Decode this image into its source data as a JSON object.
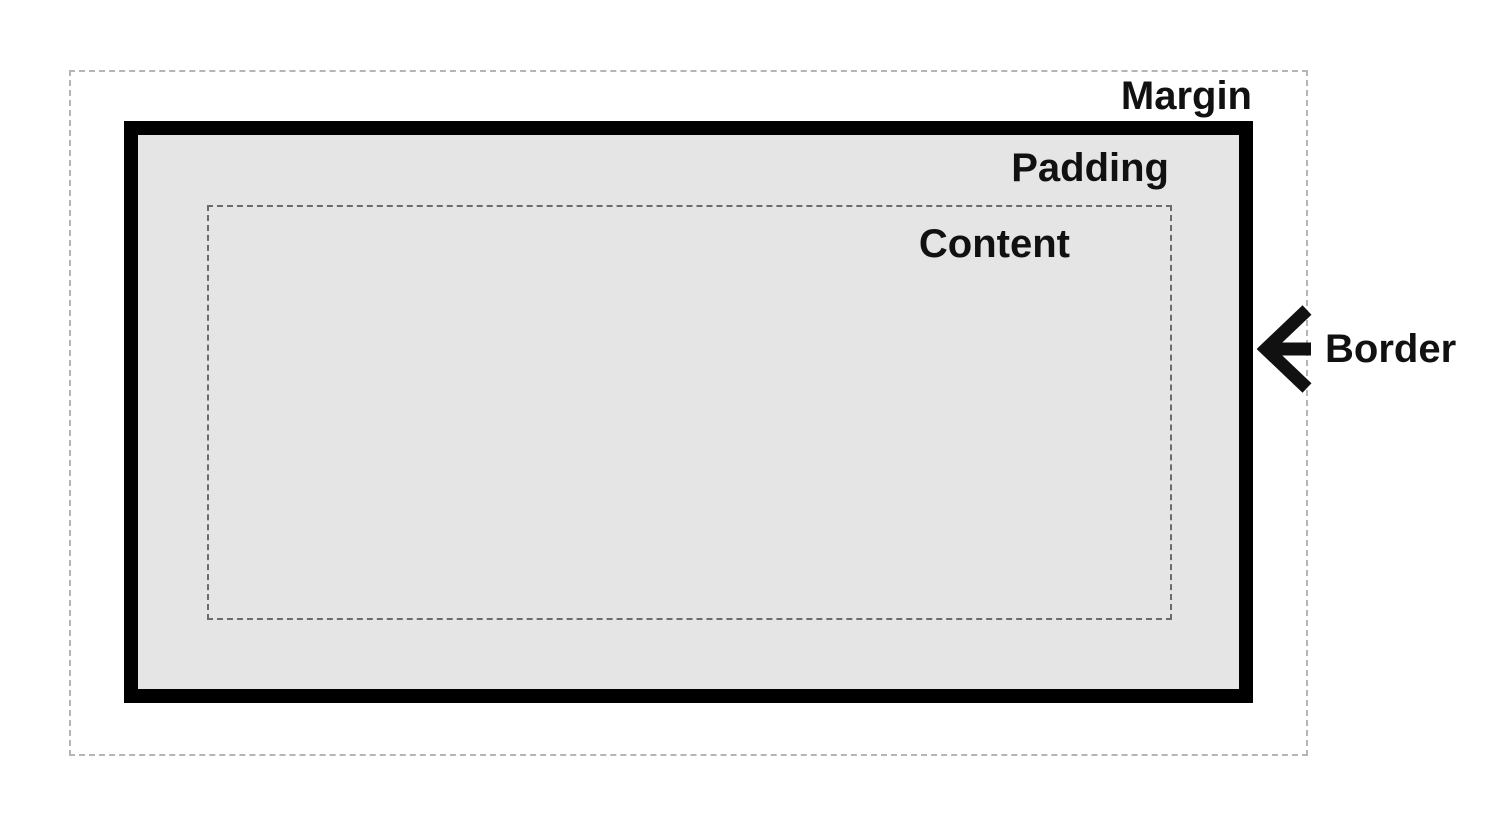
{
  "labels": {
    "margin": "Margin",
    "padding": "Padding",
    "content": "Content",
    "border": "Border"
  },
  "icons": {
    "border_arrow": "left-arrow-icon"
  },
  "colors": {
    "background": "#ffffff",
    "padding_fill": "#e5e5e5",
    "border_line": "#000000",
    "margin_dash": "#b5b5b5",
    "content_dash": "#6b6b6b",
    "label_text": "#111111"
  }
}
